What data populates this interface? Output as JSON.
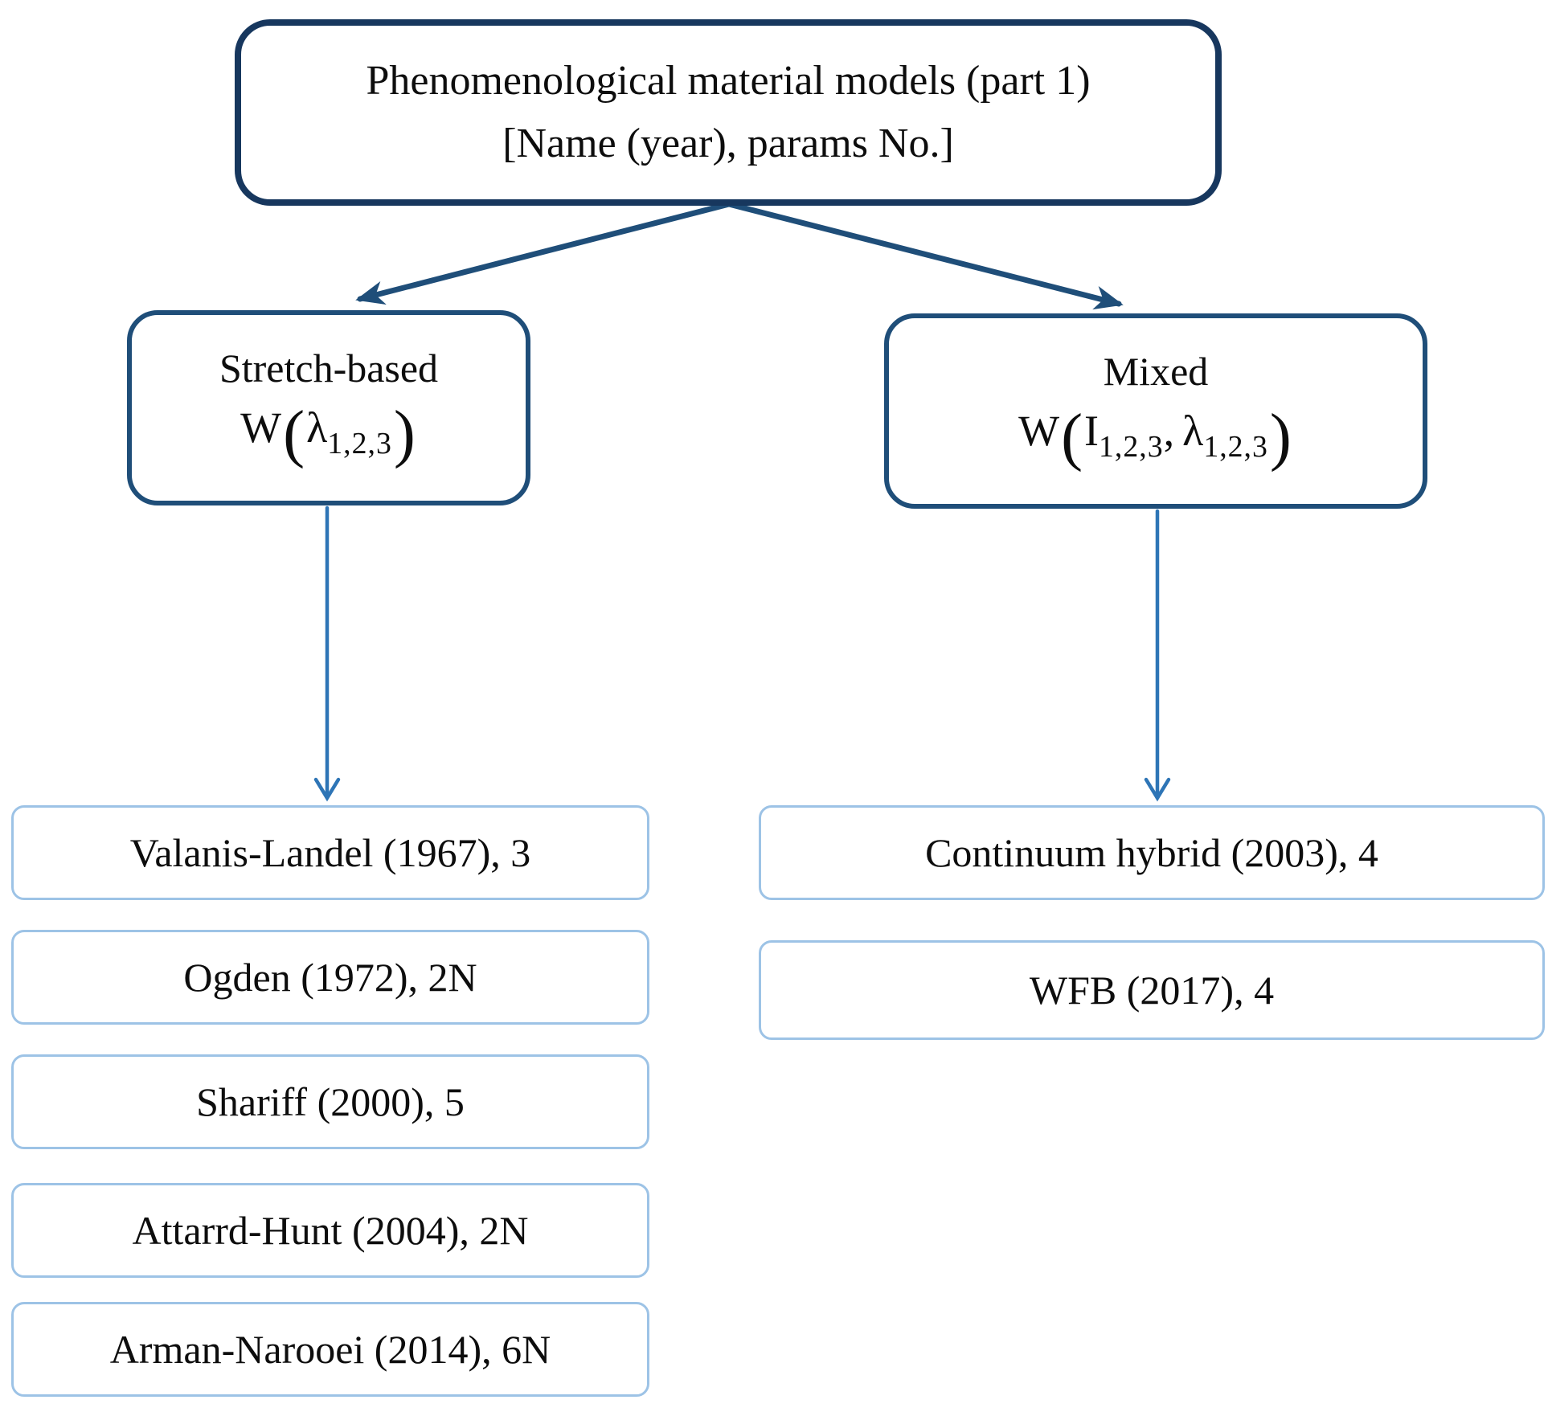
{
  "root": {
    "title_line1": "Phenomenological material models (part 1)",
    "title_line2": "[Name (year), params No.]"
  },
  "branches": {
    "stretch": {
      "label": "Stretch-based",
      "formula": {
        "func": "W",
        "open": "(",
        "arg1_base": "λ",
        "arg1_sub": "1,2,3",
        "close": ")"
      },
      "leaves": [
        "Valanis-Landel (1967), 3",
        "Ogden (1972), 2N",
        "Shariff (2000), 5",
        "Attarrd-Hunt (2004), 2N",
        "Arman-Narooei (2014), 6N"
      ]
    },
    "mixed": {
      "label": "Mixed",
      "formula": {
        "func": "W",
        "open": "(",
        "arg1_base": "I",
        "arg1_sub": "1,2,3",
        "sep": ",",
        "arg2_base": "λ",
        "arg2_sub": "1,2,3",
        "close": ")"
      },
      "leaves": [
        "Continuum hybrid (2003), 4",
        "WFB (2017), 4"
      ]
    }
  },
  "colors": {
    "node-border-dark": "#17375e",
    "node-border-mid": "#1f4e79",
    "connector-dark": "#1f4e79",
    "connector-light": "#2e75b6",
    "leaf-border": "#9dc3e6",
    "text": "#0d0d0d",
    "background": "#ffffff"
  }
}
